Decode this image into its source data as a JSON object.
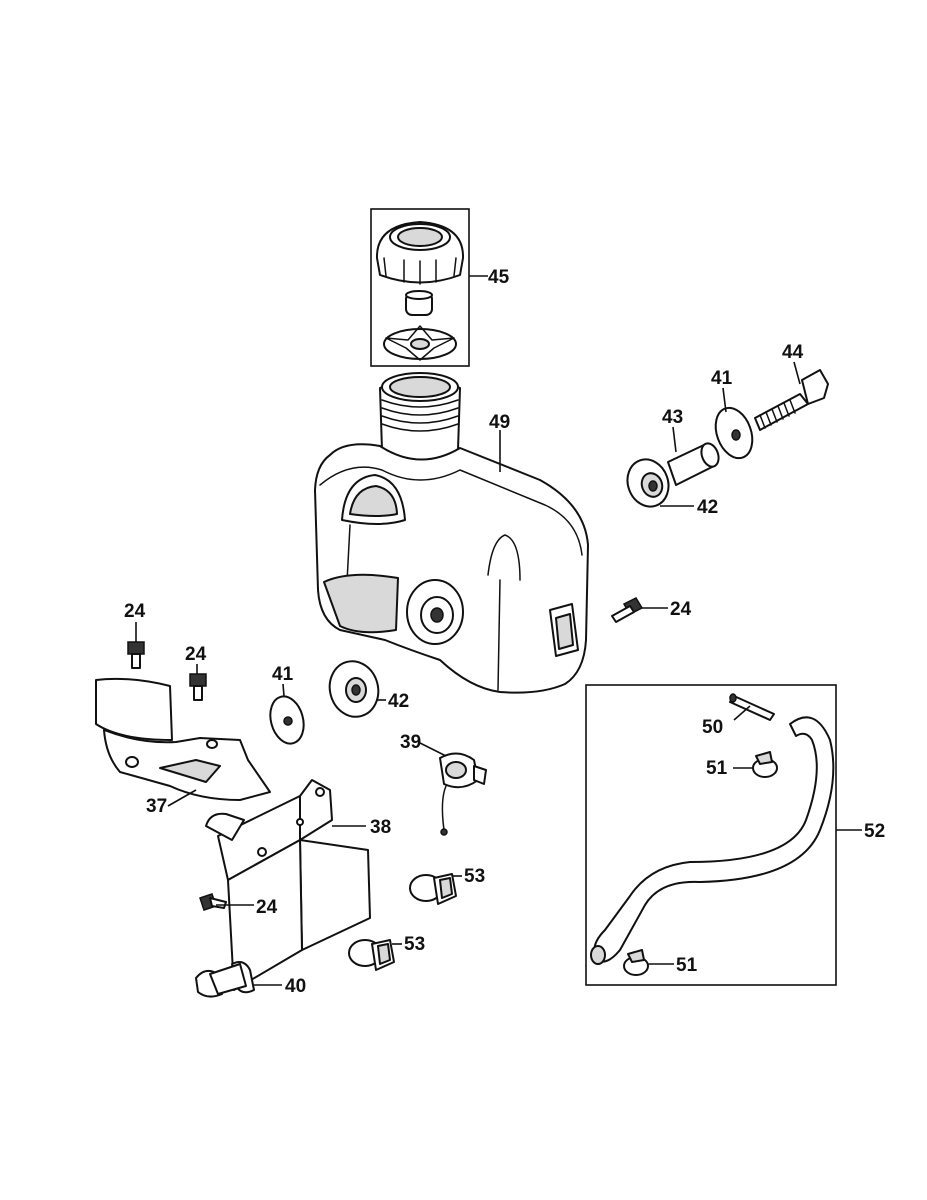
{
  "callouts": {
    "c45": "45",
    "c49": "49",
    "c44": "44",
    "c41a": "41",
    "c43": "43",
    "c42a": "42",
    "c24a": "24",
    "c24b": "24",
    "c24c": "24",
    "c41b": "41",
    "c42b": "42",
    "c39": "39",
    "c37": "37",
    "c38": "38",
    "c53a": "53",
    "c24d": "24",
    "c53b": "53",
    "c40": "40",
    "c50": "50",
    "c51a": "51",
    "c52": "52",
    "c51b": "51"
  }
}
